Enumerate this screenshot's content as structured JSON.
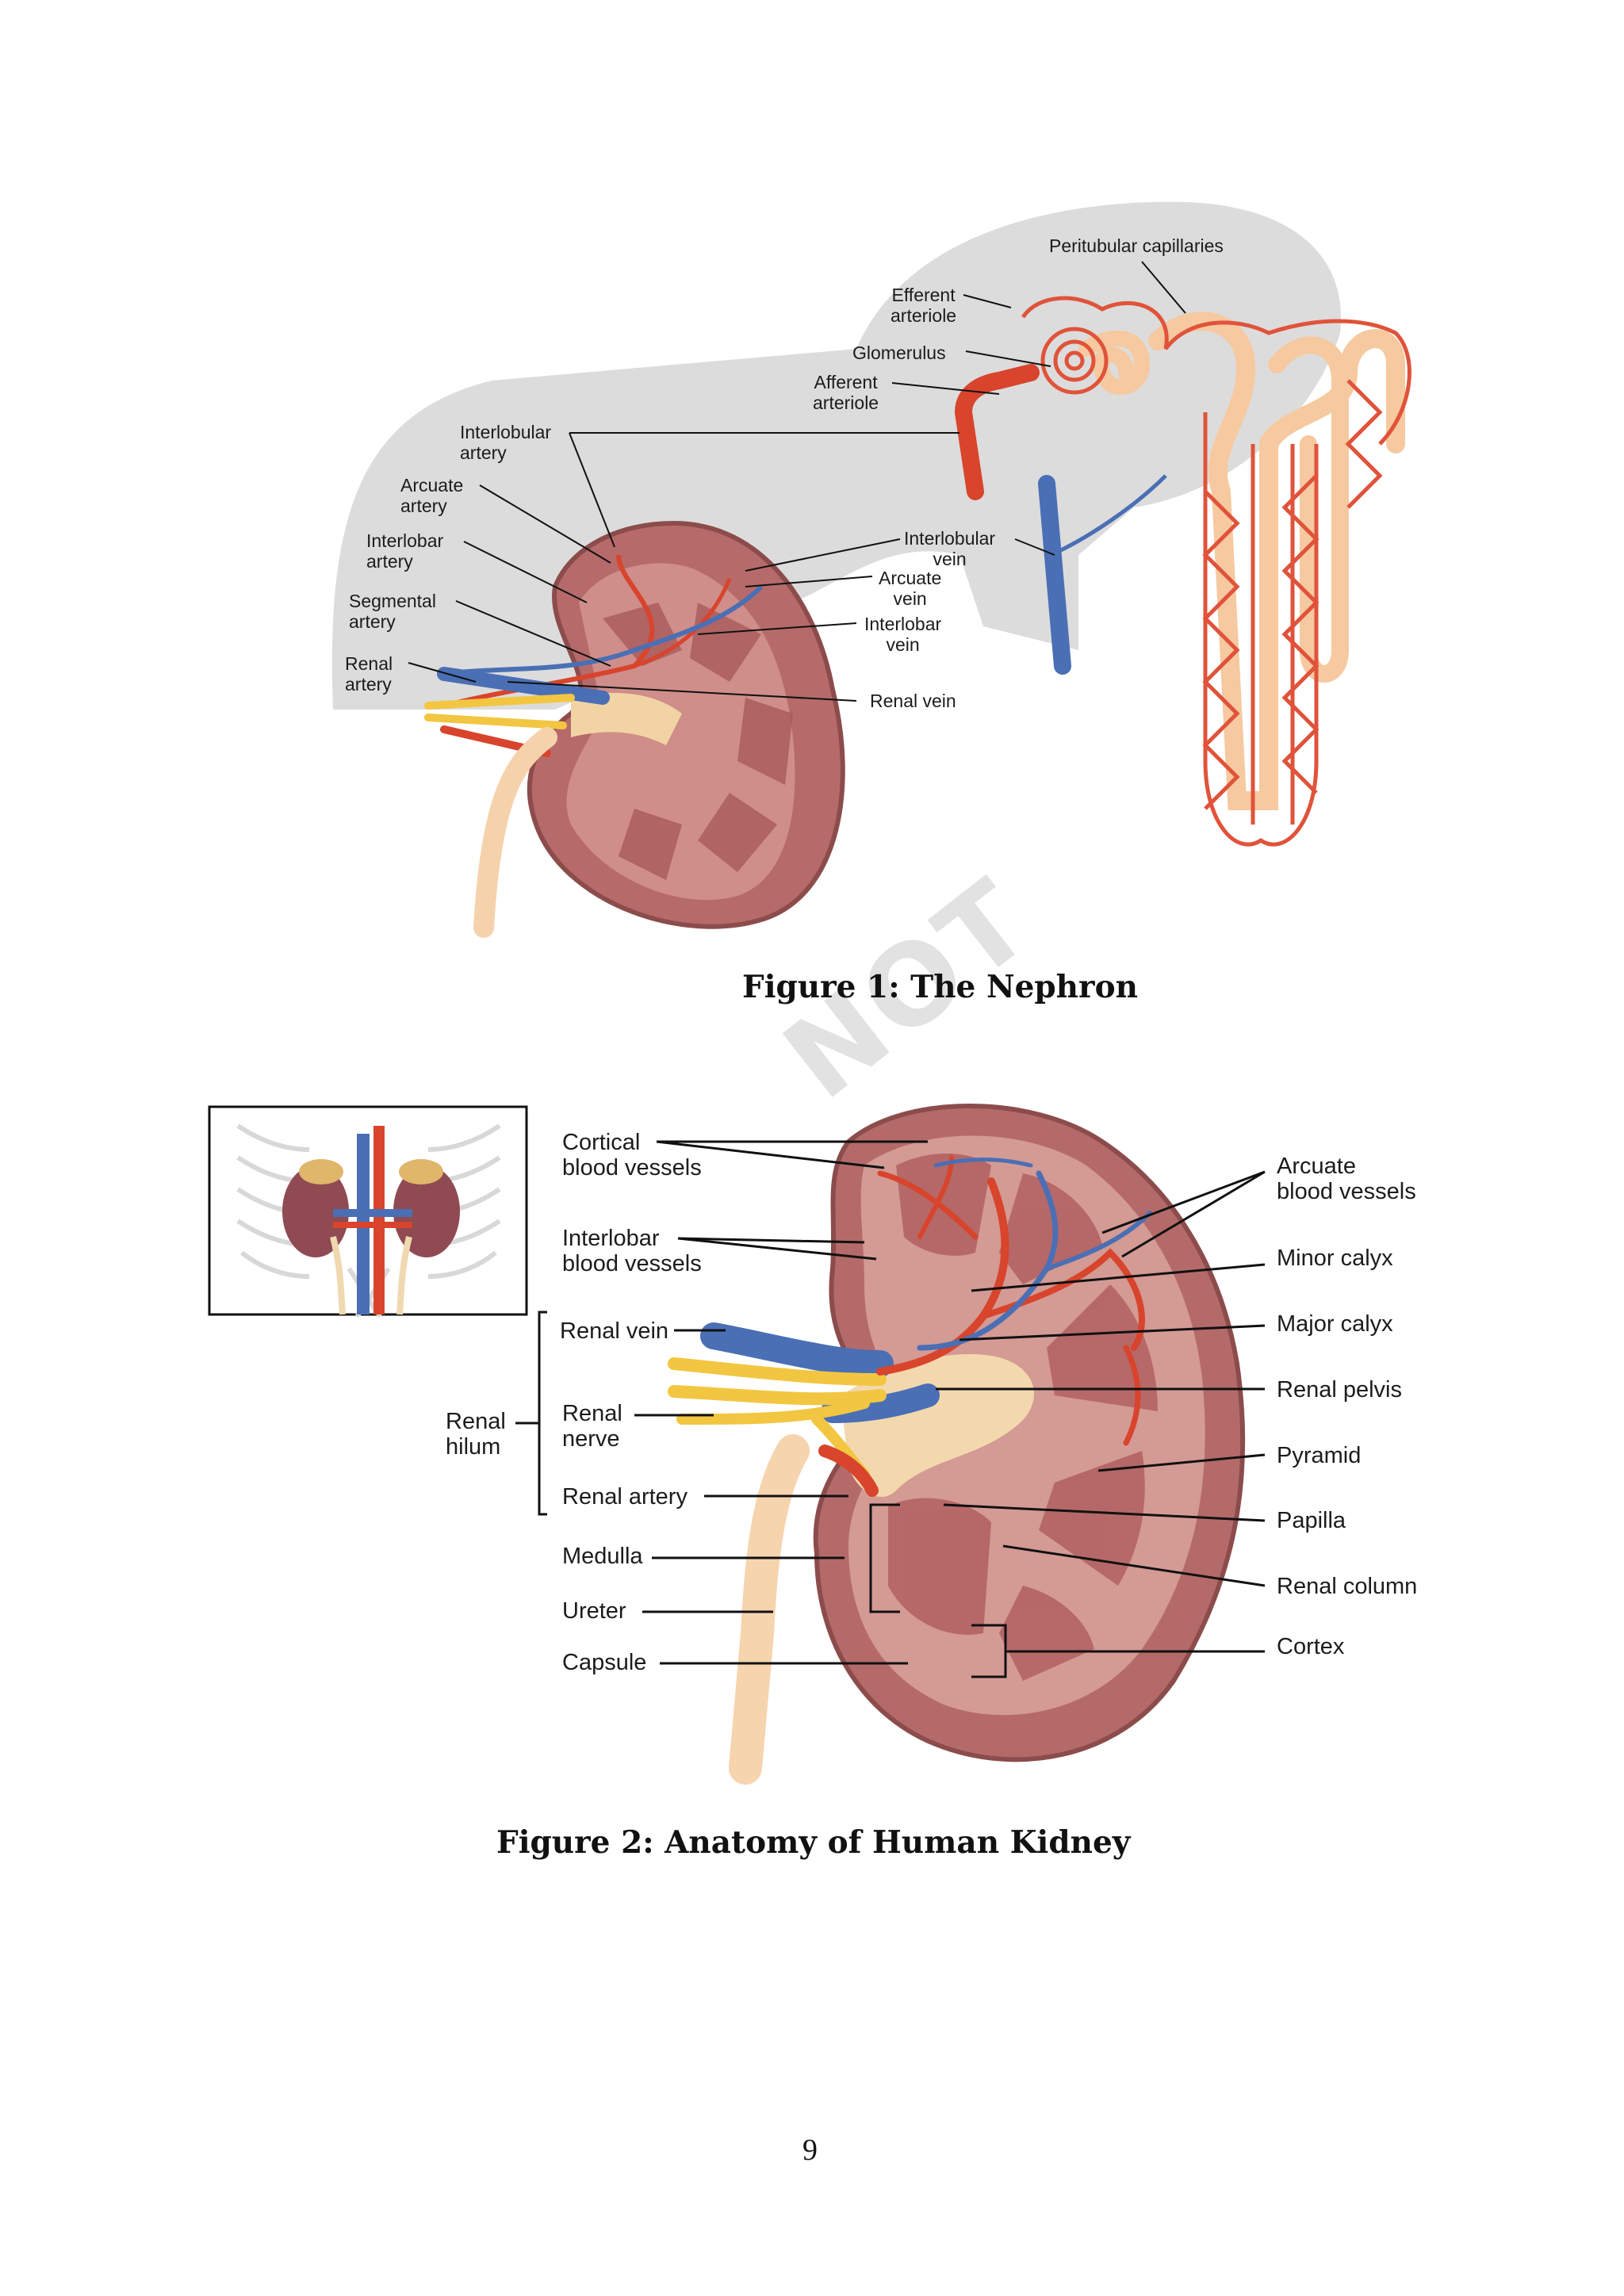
{
  "figure1": {
    "caption": "Figure 1: The Nephron",
    "labels": {
      "peritubular": "Peritubular capillaries",
      "efferent_1": "Efferent",
      "efferent_2": "arteriole",
      "glomerulus": "Glomerulus",
      "afferent_1": "Afferent",
      "afferent_2": "arteriole",
      "interlobular_artery_1": "Interlobular",
      "interlobular_artery_2": "artery",
      "arcuate_artery_1": "Arcuate",
      "arcuate_artery_2": "artery",
      "interlobar_artery_1": "Interlobar",
      "interlobar_artery_2": "artery",
      "segmental_artery_1": "Segmental",
      "segmental_artery_2": "artery",
      "renal_artery_1": "Renal",
      "renal_artery_2": "artery",
      "interlobular_vein_1": "Interlobular",
      "interlobular_vein_2": "vein",
      "arcuate_vein_1": "Arcuate",
      "arcuate_vein_2": "vein",
      "interlobar_vein_1": "Interlobar",
      "interlobar_vein_2": "vein",
      "renal_vein": "Renal vein"
    }
  },
  "figure2": {
    "caption": "Figure 2: Anatomy of Human Kidney",
    "labels": {
      "cortical_1": "Cortical",
      "cortical_2": "blood vessels",
      "interlobar_1": "Interlobar",
      "interlobar_2": "blood vessels",
      "renal_vein": "Renal vein",
      "renal_hilum_1": "Renal",
      "renal_hilum_2": "hilum",
      "renal_nerve_1": "Renal",
      "renal_nerve_2": "nerve",
      "renal_artery": "Renal artery",
      "medulla": "Medulla",
      "ureter": "Ureter",
      "capsule": "Capsule",
      "arcuate_1": "Arcuate",
      "arcuate_2": "blood vessels",
      "minor_calyx": "Minor calyx",
      "major_calyx": "Major calyx",
      "renal_pelvis": "Renal pelvis",
      "pyramid": "Pyramid",
      "papilla": "Papilla",
      "renal_column": "Renal column",
      "cortex": "Cortex"
    }
  },
  "page_number": "9",
  "watermark": "NOT",
  "colors": {
    "artery": "#d8442c",
    "vein": "#4a6fb5",
    "nerve": "#f2c640",
    "kidney": "#b76a6a",
    "tubule": "#f6c9a0",
    "band": "#dcdcdc"
  }
}
